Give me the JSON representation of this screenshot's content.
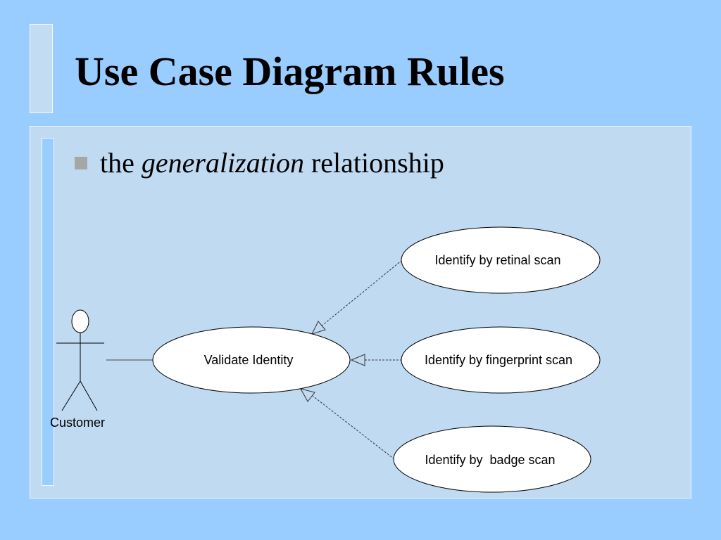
{
  "slide": {
    "title": "Use Case Diagram Rules",
    "bullet": {
      "pre": "the",
      "emphasis": "generalization",
      "post": "relationship"
    }
  },
  "diagram": {
    "actor": {
      "label": "Customer"
    },
    "base_use_case": {
      "label": "Validate Identity"
    },
    "specialized_use_cases": [
      {
        "label": "Identify by retinal scan"
      },
      {
        "label": "Identify by fingerprint scan"
      },
      {
        "label": "Identify by  badge scan"
      }
    ],
    "relationship": "generalization"
  }
}
